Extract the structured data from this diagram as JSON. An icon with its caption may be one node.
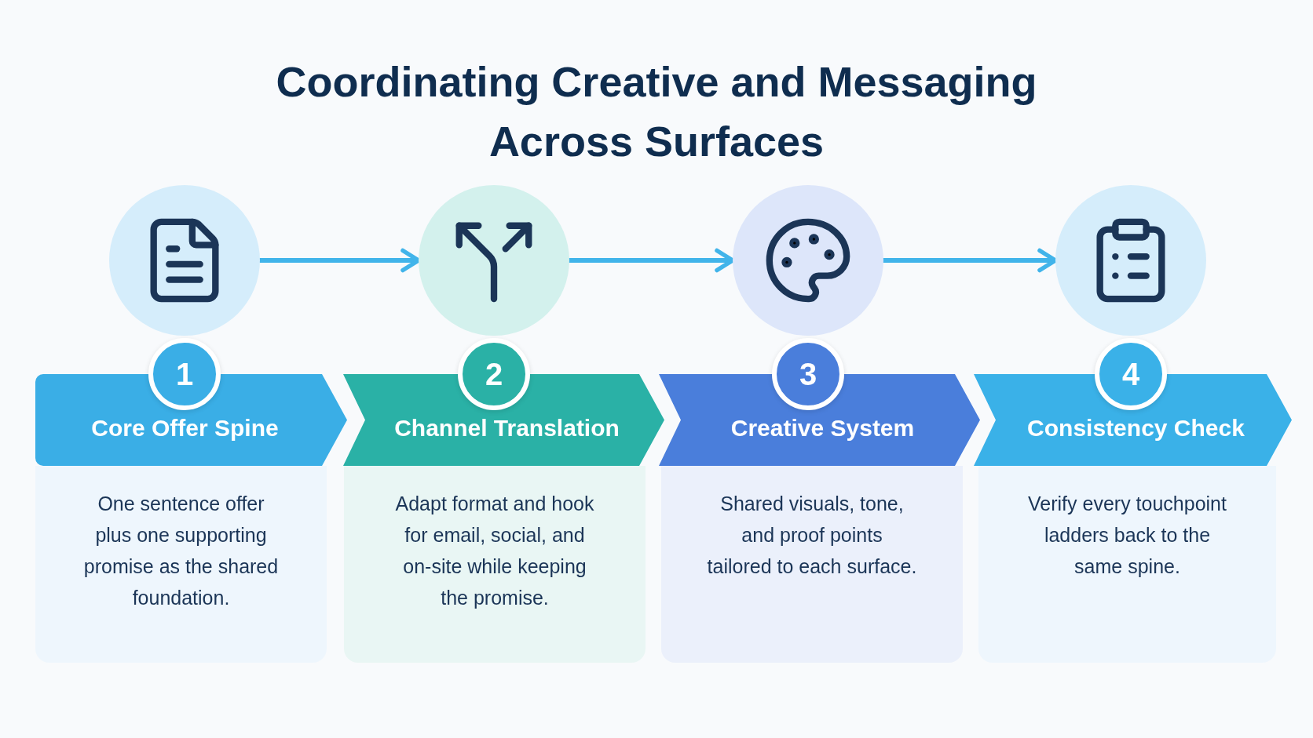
{
  "diagram": {
    "title": "Coordinating Creative and Messaging Across Surfaces",
    "nodes": [
      {
        "text": [],
        "shape": "circle"
      },
      {
        "text": [
          "1"
        ]
      },
      {
        "text": [
          "Core Offer Spine"
        ]
      },
      {
        "text": [
          "One sentence offer plus one supporting promise as the shared foundation."
        ]
      },
      {
        "text": [],
        "shape": "circle"
      },
      {
        "text": [
          "2"
        ]
      },
      {
        "text": [
          "Channel Translation"
        ]
      },
      {
        "text": [
          "Adapt format and hook for email, social, and on-site while keeping the promise."
        ]
      },
      {
        "text": [],
        "shape": "circle"
      },
      {
        "text": [
          "3"
        ]
      },
      {
        "text": [
          "Creative System"
        ]
      },
      {
        "text": [
          "Shared visuals, tone, and proof points tailored to each surface."
        ]
      },
      {
        "text": [],
        "shape": "circle"
      },
      {
        "text": [
          "4"
        ]
      },
      {
        "text": [
          "Consistency Check"
        ]
      },
      {
        "text": [
          "Verify every touchpoint ladders back to the same spine."
        ]
      }
    ],
    "edges": [
      {
        "from": 0,
        "to": 4,
        "arrow": "to"
      },
      {
        "from": 4,
        "to": 8,
        "arrow": "to"
      },
      {
        "from": 8,
        "to": 12,
        "arrow": "to"
      }
    ]
  }
}
